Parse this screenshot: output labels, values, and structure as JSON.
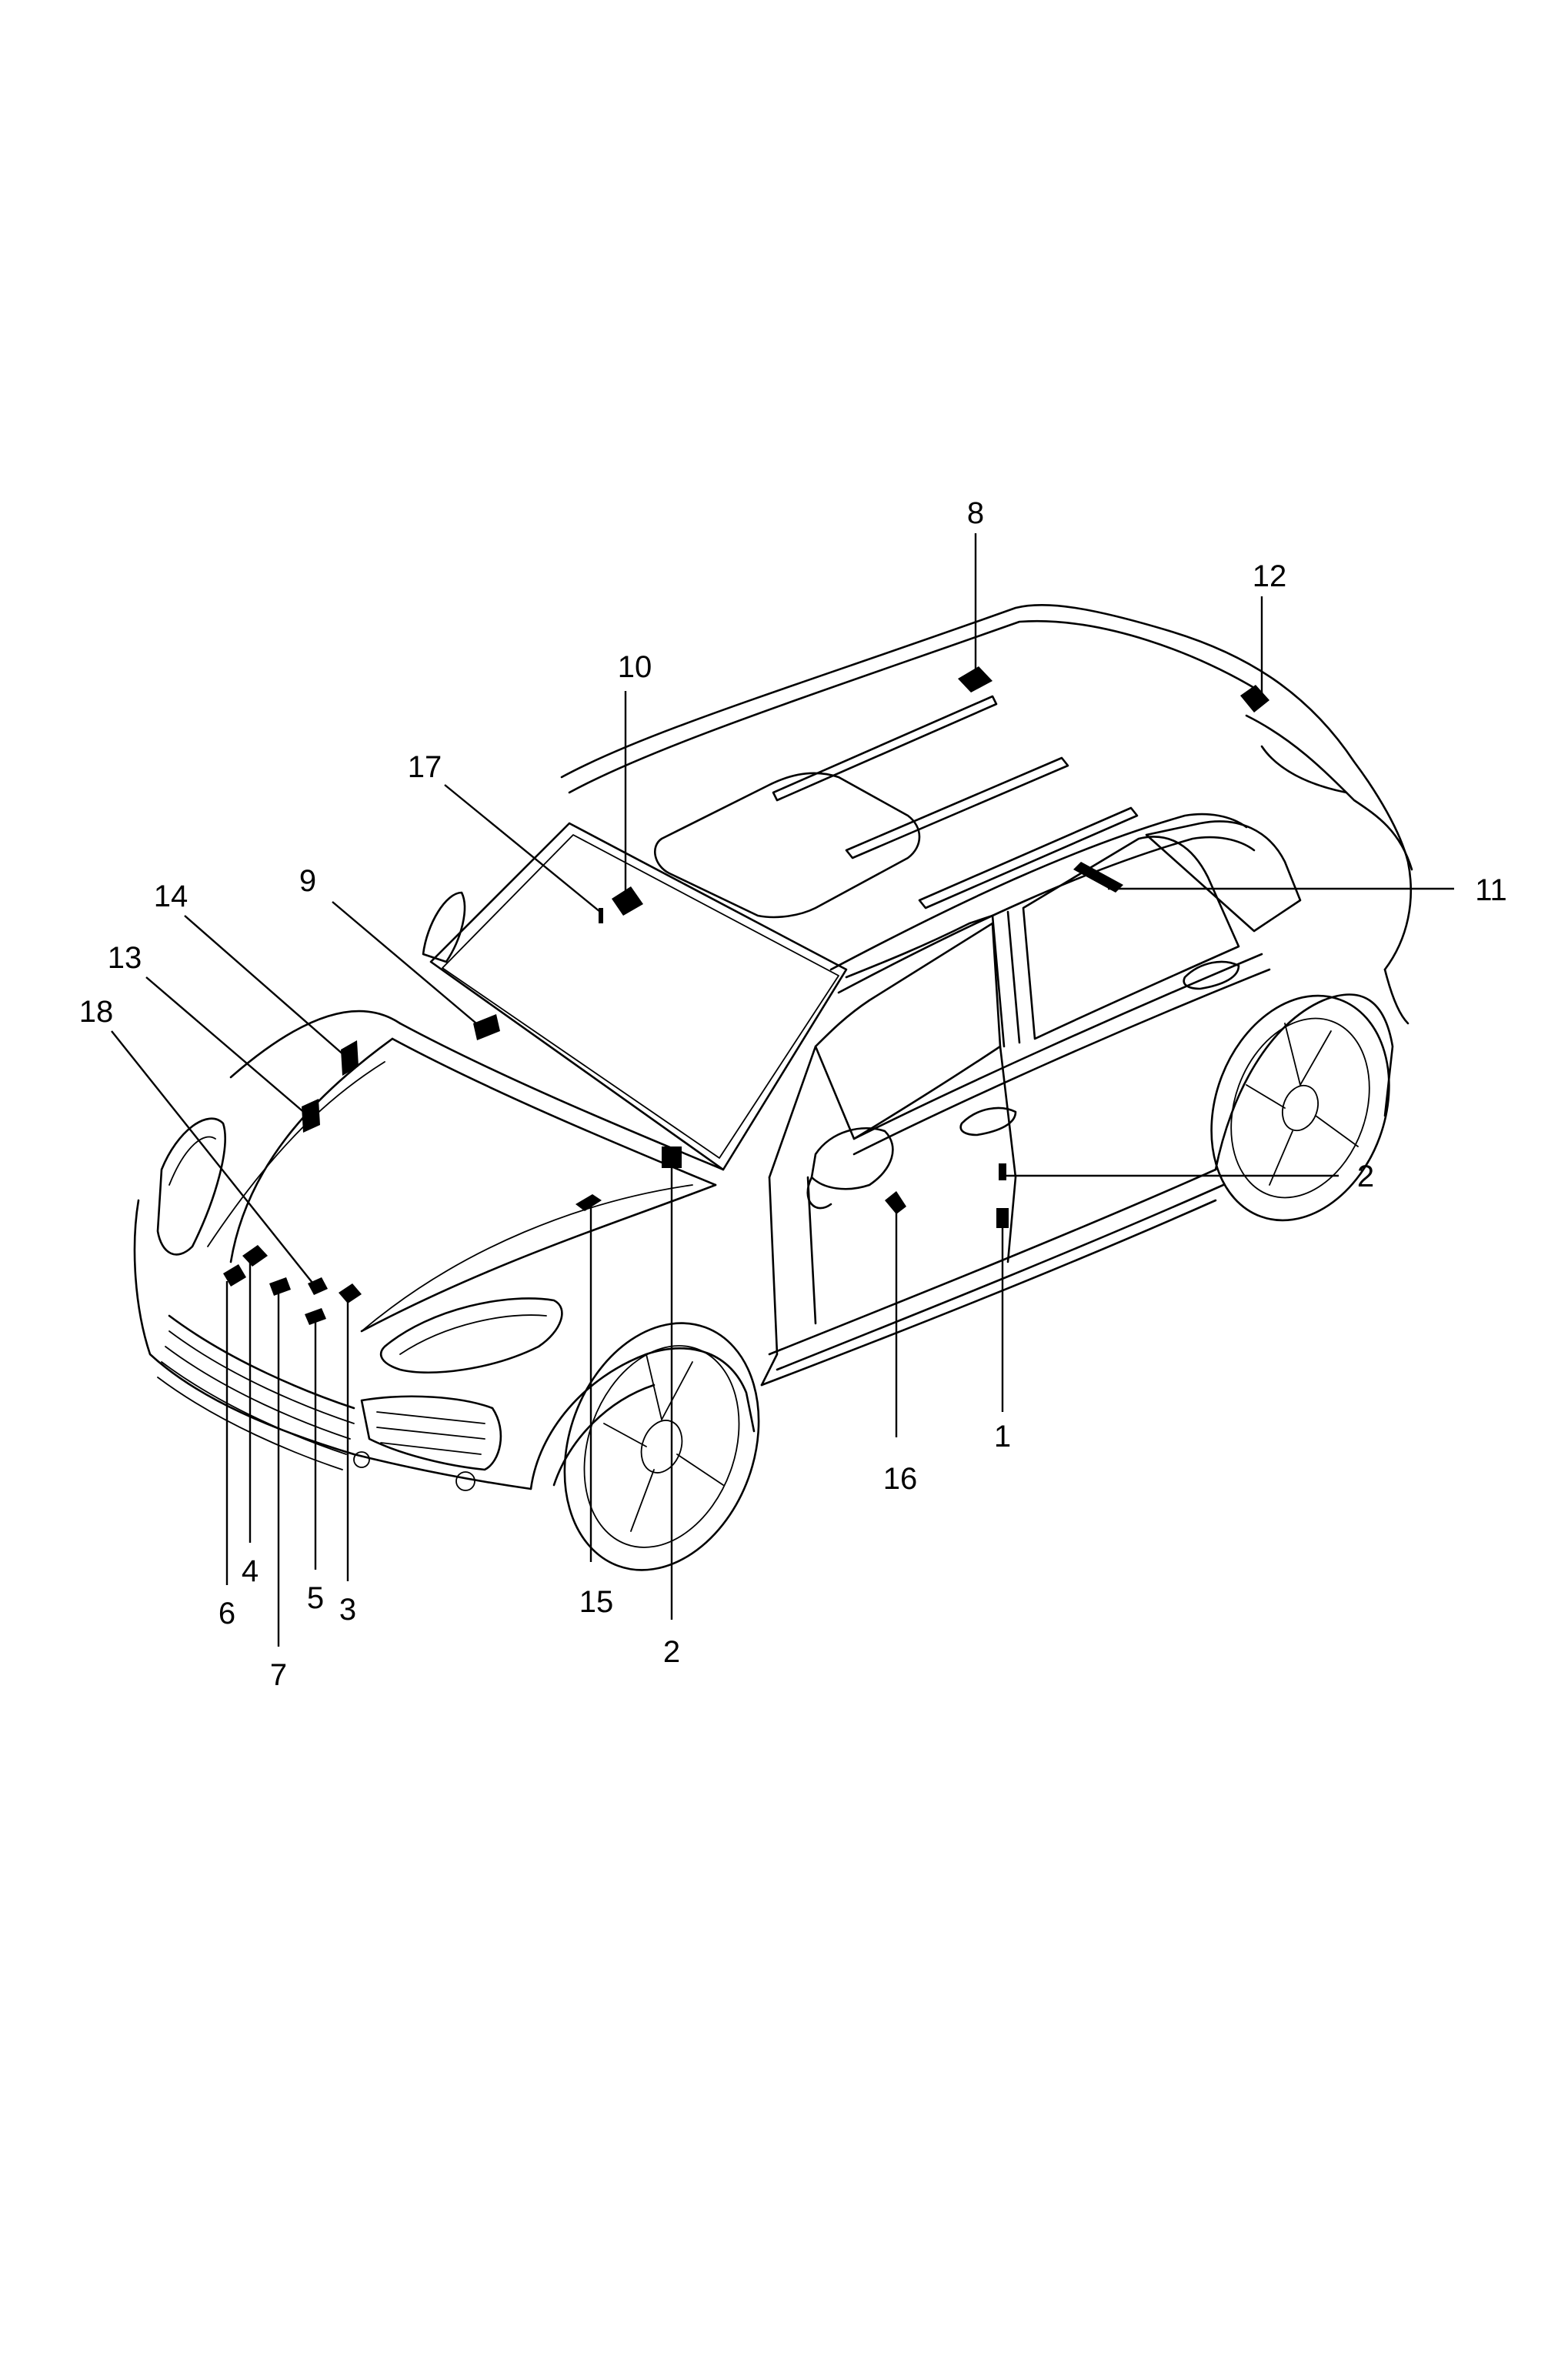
{
  "diagram": {
    "callouts": [
      {
        "id": "c1",
        "text": "1"
      },
      {
        "id": "c2a",
        "text": "2"
      },
      {
        "id": "c2b",
        "text": "2"
      },
      {
        "id": "c3",
        "text": "3"
      },
      {
        "id": "c4",
        "text": "4"
      },
      {
        "id": "c5",
        "text": "5"
      },
      {
        "id": "c6",
        "text": "6"
      },
      {
        "id": "c7",
        "text": "7"
      },
      {
        "id": "c8",
        "text": "8"
      },
      {
        "id": "c9",
        "text": "9"
      },
      {
        "id": "c10",
        "text": "10"
      },
      {
        "id": "c11",
        "text": "11"
      },
      {
        "id": "c12",
        "text": "12"
      },
      {
        "id": "c13",
        "text": "13"
      },
      {
        "id": "c14",
        "text": "14"
      },
      {
        "id": "c15",
        "text": "15"
      },
      {
        "id": "c16",
        "text": "16"
      },
      {
        "id": "c17",
        "text": "17"
      },
      {
        "id": "c18",
        "text": "18"
      }
    ],
    "colors": {
      "line": "#000000",
      "background": "#ffffff"
    }
  }
}
